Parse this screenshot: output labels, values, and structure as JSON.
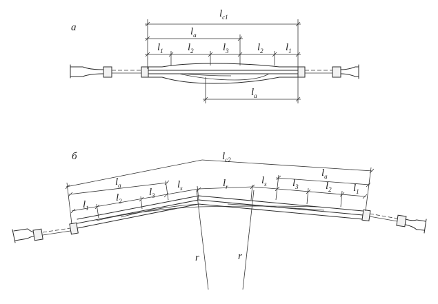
{
  "figure_a": {
    "panel_label": "а",
    "labels": {
      "lc": "l",
      "lc_sub": "c1",
      "la_top": "l",
      "la_top_sub": "a",
      "l1_left": "l",
      "l1_left_sub": "1",
      "l2_left": "l",
      "l2_left_sub": "2",
      "l3": "l",
      "l3_sub": "3",
      "l2_right": "l",
      "l2_right_sub": "2",
      "l1_right": "l",
      "l1_right_sub": "1",
      "la_bottom": "l",
      "la_bottom_sub": "a"
    }
  },
  "figure_b": {
    "panel_label": "б",
    "labels": {
      "lc": "l",
      "lc_sub": "c2",
      "la_left": "l",
      "la_left_sub": "a",
      "ls_left": "l",
      "ls_left_sub": "s",
      "lr": "l",
      "lr_sub": "r",
      "ls_right": "l",
      "ls_right_sub": "s",
      "la_right": "l",
      "la_right_sub": "a",
      "l1_left": "l",
      "l1_left_sub": "1",
      "l2_left": "l",
      "l2_left_sub": "2",
      "l3_left": "l",
      "l3_left_sub": "3",
      "l3_right": "l",
      "l3_right_sub": "3",
      "l2_right": "l",
      "l2_right_sub": "2",
      "l1_right": "l",
      "l1_right_sub": "1",
      "r_left": "r",
      "r_right": "r"
    }
  }
}
